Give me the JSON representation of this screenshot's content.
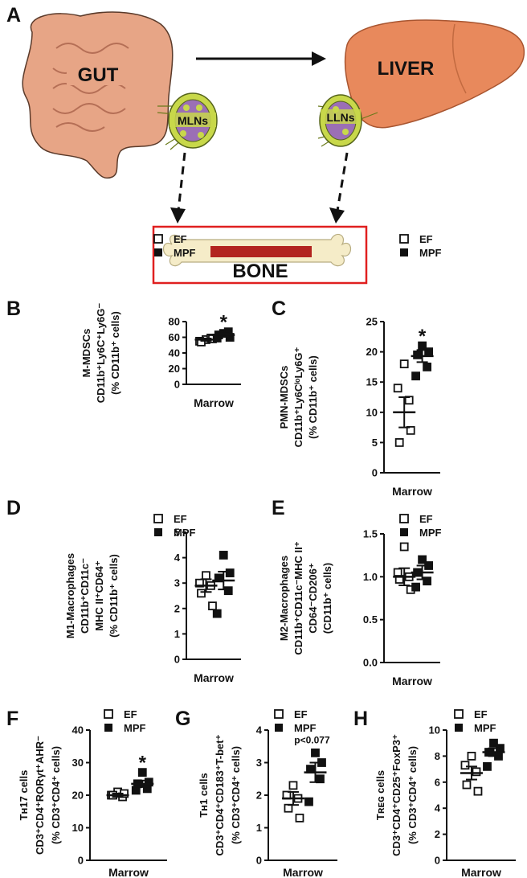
{
  "diagram": {
    "panel_label": "A",
    "gut_label": "GUT",
    "liver_label": "LIVER",
    "mln_label": "MLNs",
    "lln_label": "LLNs",
    "bone_label": "BONE",
    "colors": {
      "gut": "#e7a586",
      "liver": "#e8895c",
      "bone": "#f5ecc8",
      "marrow": "#b2231f",
      "box": "#e02020",
      "node": "#c8d84a",
      "node_inner": "#9b6fb5"
    }
  },
  "legend": {
    "ef": "EF",
    "mpf": "MPF"
  },
  "chart_data": [
    {
      "id": "B",
      "type": "scatter",
      "panel_label": "B",
      "ylabel_lines": [
        "M-MDSCs",
        "CD11b⁺Ly6C⁺Ly6G⁻",
        "(% CD11b⁺ cells)"
      ],
      "xlabel": "Marrow",
      "ylim": [
        0,
        80
      ],
      "yticks": [
        "0",
        "20",
        "40",
        "60",
        "80"
      ],
      "series": [
        {
          "name": "EF",
          "values": [
            57,
            55,
            59,
            54,
            58
          ],
          "mean": 57,
          "sem": 1.5
        },
        {
          "name": "MPF",
          "values": [
            65,
            60,
            63,
            67,
            59
          ],
          "mean": 63,
          "sem": 2
        }
      ],
      "annotation": "*"
    },
    {
      "id": "C",
      "type": "scatter",
      "panel_label": "C",
      "ylabel_lines": [
        "PMN-MDSCs",
        "CD11b⁺Ly6CˡᵒLy6G⁺",
        "(% CD11b⁺ cells)"
      ],
      "xlabel": "Marrow",
      "ylim": [
        0,
        25
      ],
      "yticks": [
        "0",
        "5",
        "10",
        "15",
        "20",
        "25"
      ],
      "series": [
        {
          "name": "EF",
          "values": [
            18,
            14,
            12,
            5,
            7
          ],
          "mean": 10,
          "sem": 2.5
        },
        {
          "name": "MPF",
          "values": [
            21,
            20,
            19.5,
            17.5,
            16
          ],
          "mean": 19.3,
          "sem": 1
        }
      ],
      "annotation": "*"
    },
    {
      "id": "D",
      "type": "scatter",
      "panel_label": "D",
      "ylabel_lines": [
        "M1-Macrophages",
        "CD11b⁺CD11c⁻",
        "MHC II⁺CD64⁺",
        "(% CD11b⁺ cells)"
      ],
      "xlabel": "Marrow",
      "ylim": [
        0,
        5
      ],
      "yticks": [
        "0",
        "1",
        "2",
        "3",
        "4",
        "5"
      ],
      "series": [
        {
          "name": "EF",
          "values": [
            3.3,
            3.0,
            2.9,
            2.6,
            2.1
          ],
          "mean": 2.9,
          "sem": 0.25
        },
        {
          "name": "MPF",
          "values": [
            4.1,
            3.4,
            3.2,
            2.7,
            1.8
          ],
          "mean": 3.1,
          "sem": 0.35
        }
      ],
      "annotation": ""
    },
    {
      "id": "E",
      "type": "scatter",
      "panel_label": "E",
      "ylabel_lines": [
        "M2-Macrophages",
        "CD11b⁺CD11c⁻MHC II⁺",
        "CD64⁻CD206⁺",
        "(CD11b⁺ cells)"
      ],
      "xlabel": "Marrow",
      "ylim": [
        0,
        1.5
      ],
      "yticks": [
        "0.0",
        "0.5",
        "1.0",
        "1.5"
      ],
      "series": [
        {
          "name": "EF",
          "values": [
            1.35,
            1.05,
            1.0,
            0.97,
            0.85
          ],
          "mean": 1.0,
          "sem": 0.1
        },
        {
          "name": "MPF",
          "values": [
            1.2,
            1.13,
            1.05,
            0.95,
            0.88
          ],
          "mean": 1.05,
          "sem": 0.08
        }
      ],
      "annotation": ""
    },
    {
      "id": "F",
      "type": "scatter",
      "panel_label": "F",
      "ylabel_lines": [
        "Tʜ17 cells",
        "CD3⁺CD4⁺RORγt⁺AHR⁻",
        "(% CD3⁺CD4⁺ cells)"
      ],
      "xlabel": "Marrow",
      "ylim": [
        0,
        40
      ],
      "yticks": [
        "0",
        "10",
        "20",
        "30",
        "40"
      ],
      "series": [
        {
          "name": "EF",
          "values": [
            21,
            20,
            19.5,
            20,
            20.5
          ],
          "mean": 20,
          "sem": 0.5
        },
        {
          "name": "MPF",
          "values": [
            27,
            24,
            23.5,
            22,
            21.5
          ],
          "mean": 23.5,
          "sem": 1
        }
      ],
      "annotation": "*"
    },
    {
      "id": "G",
      "type": "scatter",
      "panel_label": "G",
      "ylabel_lines": [
        "Tʜ1 cells",
        "CD3⁺CD4⁺CD183⁺T-bet⁺",
        "(% CD3⁺CD4⁺ cells)"
      ],
      "xlabel": "Marrow",
      "ylim": [
        0,
        4
      ],
      "yticks": [
        "0",
        "1",
        "2",
        "3",
        "4"
      ],
      "series": [
        {
          "name": "EF",
          "values": [
            2.3,
            2.0,
            1.9,
            1.6,
            1.3
          ],
          "mean": 1.9,
          "sem": 0.2
        },
        {
          "name": "MPF",
          "values": [
            3.3,
            3.0,
            2.8,
            2.5,
            1.8
          ],
          "mean": 2.7,
          "sem": 0.3
        }
      ],
      "annotation": "p<0.077"
    },
    {
      "id": "H",
      "type": "scatter",
      "panel_label": "H",
      "ylabel_lines": [
        "Tʀᴇɢ cells",
        "CD3⁺CD4⁺CD25⁺FoxP3⁺",
        "(% CD3⁺CD4⁺ cells)"
      ],
      "xlabel": "Marrow",
      "ylim": [
        0,
        10
      ],
      "yticks": [
        "0",
        "2",
        "4",
        "6",
        "8",
        "10"
      ],
      "series": [
        {
          "name": "EF",
          "values": [
            8.0,
            7.3,
            6.8,
            5.8,
            5.3
          ],
          "mean": 6.7,
          "sem": 0.5
        },
        {
          "name": "MPF",
          "values": [
            9.0,
            8.6,
            8.3,
            8.0,
            7.2
          ],
          "mean": 8.3,
          "sem": 0.3
        }
      ],
      "annotation": ""
    }
  ]
}
